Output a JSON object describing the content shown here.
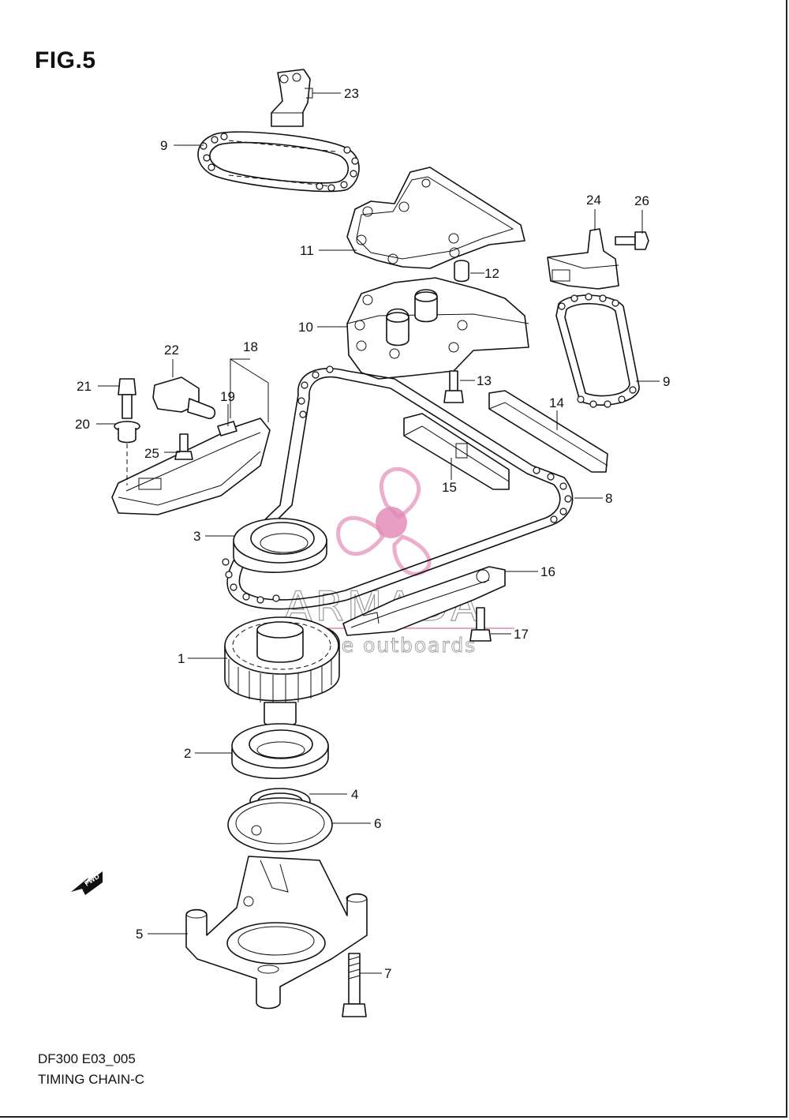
{
  "figure": {
    "title": "FIG.5",
    "code": "DF300 E03_005",
    "name": "TIMING CHAIN-C"
  },
  "watermark": {
    "brand": "ARMADA",
    "tagline": "marine outboards",
    "logo_color": "#e9a6c8",
    "logo_color_dark": "#e07fb0"
  },
  "fwd_badge": "FWD",
  "parts": [
    {
      "label": "23"
    },
    {
      "label": "9"
    },
    {
      "label": "11"
    },
    {
      "label": "24"
    },
    {
      "label": "26"
    },
    {
      "label": "12"
    },
    {
      "label": "10"
    },
    {
      "label": "22"
    },
    {
      "label": "18"
    },
    {
      "label": "21"
    },
    {
      "label": "13"
    },
    {
      "label": "9"
    },
    {
      "label": "19"
    },
    {
      "label": "14"
    },
    {
      "label": "20"
    },
    {
      "label": "25"
    },
    {
      "label": "15"
    },
    {
      "label": "8"
    },
    {
      "label": "3"
    },
    {
      "label": "16"
    },
    {
      "label": "17"
    },
    {
      "label": "1"
    },
    {
      "label": "2"
    },
    {
      "label": "4"
    },
    {
      "label": "6"
    },
    {
      "label": "5"
    },
    {
      "label": "7"
    }
  ]
}
